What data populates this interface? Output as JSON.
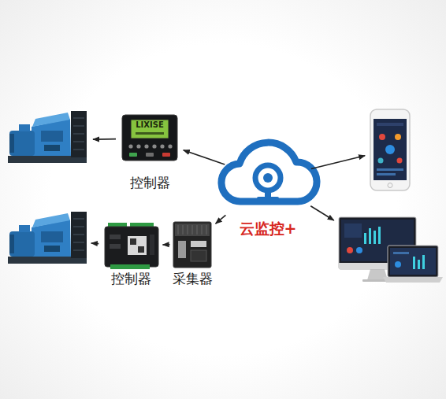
{
  "diagram": {
    "nodes": [
      {
        "text": []
      },
      {
        "text": [
          "LIXISE",
          "控制器"
        ]
      },
      {
        "text": [
          "云监控+"
        ]
      },
      {
        "text": []
      },
      {
        "text": []
      },
      {
        "text": [
          "控制器"
        ]
      },
      {
        "text": [
          "采集器"
        ]
      },
      {
        "text": []
      }
    ],
    "edges": [
      {
        "from": 2,
        "to": 1,
        "arrow": "to"
      },
      {
        "from": 1,
        "to": 0,
        "arrow": "to"
      },
      {
        "from": 2,
        "to": 3,
        "arrow": "to"
      },
      {
        "from": 2,
        "to": 6,
        "arrow": "to"
      },
      {
        "from": 6,
        "to": 5,
        "arrow": "to"
      },
      {
        "from": 5,
        "to": 4,
        "arrow": "to"
      },
      {
        "from": 2,
        "to": 7,
        "arrow": "to"
      }
    ]
  }
}
